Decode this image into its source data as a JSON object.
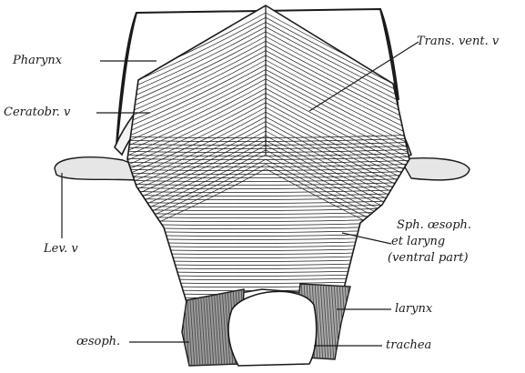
{
  "labels": {
    "pharynx": "Pharynx",
    "ceratobr_v": "Ceratobr. v",
    "lev_v": "Lev. v",
    "oesoph": "œsoph.",
    "trans_vent_v": "Trans. vent. v",
    "sph_oesoph_1": "Sph. œsoph.",
    "sph_oesoph_2": "et laryng",
    "sph_oesoph_3": "(ventral part)",
    "larynx": "larynx",
    "trachea": "trachea"
  },
  "colors": {
    "ink": "#1a1a1a",
    "shade": "#6b6b6b",
    "paper": "#ffffff"
  }
}
